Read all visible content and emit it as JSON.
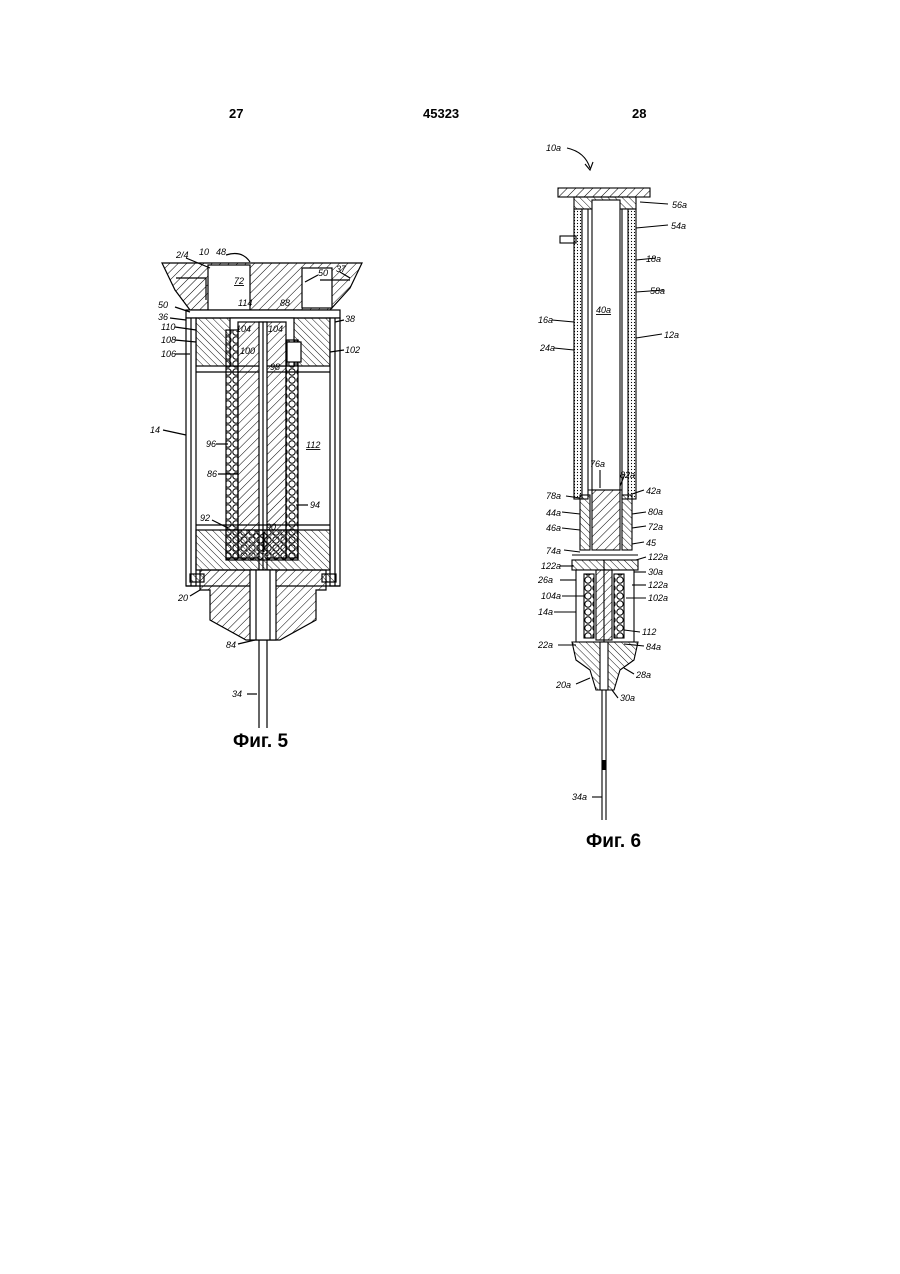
{
  "header": {
    "page_left": "27",
    "doc_number": "45323",
    "page_right": "28"
  },
  "figure5": {
    "caption": "Фиг. 5",
    "labels": [
      "2/4",
      "10",
      "48",
      "72",
      "50",
      "37",
      "50",
      "36",
      "114",
      "88",
      "38",
      "110",
      "104",
      "104",
      "108",
      "100",
      "102",
      "106",
      "98",
      "14",
      "96",
      "112",
      "86",
      "94",
      "92",
      "90",
      "20",
      "84",
      "34"
    ]
  },
  "figure6": {
    "caption": "Фиг. 6",
    "labels": [
      "10a",
      "56a",
      "54a",
      "18a",
      "58a",
      "40a",
      "16a",
      "12a",
      "24a",
      "76a",
      "82a",
      "78a",
      "42a",
      "44a",
      "80a",
      "46a",
      "72a",
      "45",
      "74a",
      "122a",
      "122a",
      "30a",
      "26a",
      "122a",
      "104a",
      "102a",
      "14a",
      "112",
      "22a",
      "84a",
      "28a",
      "20a",
      "30a",
      "34a"
    ]
  }
}
